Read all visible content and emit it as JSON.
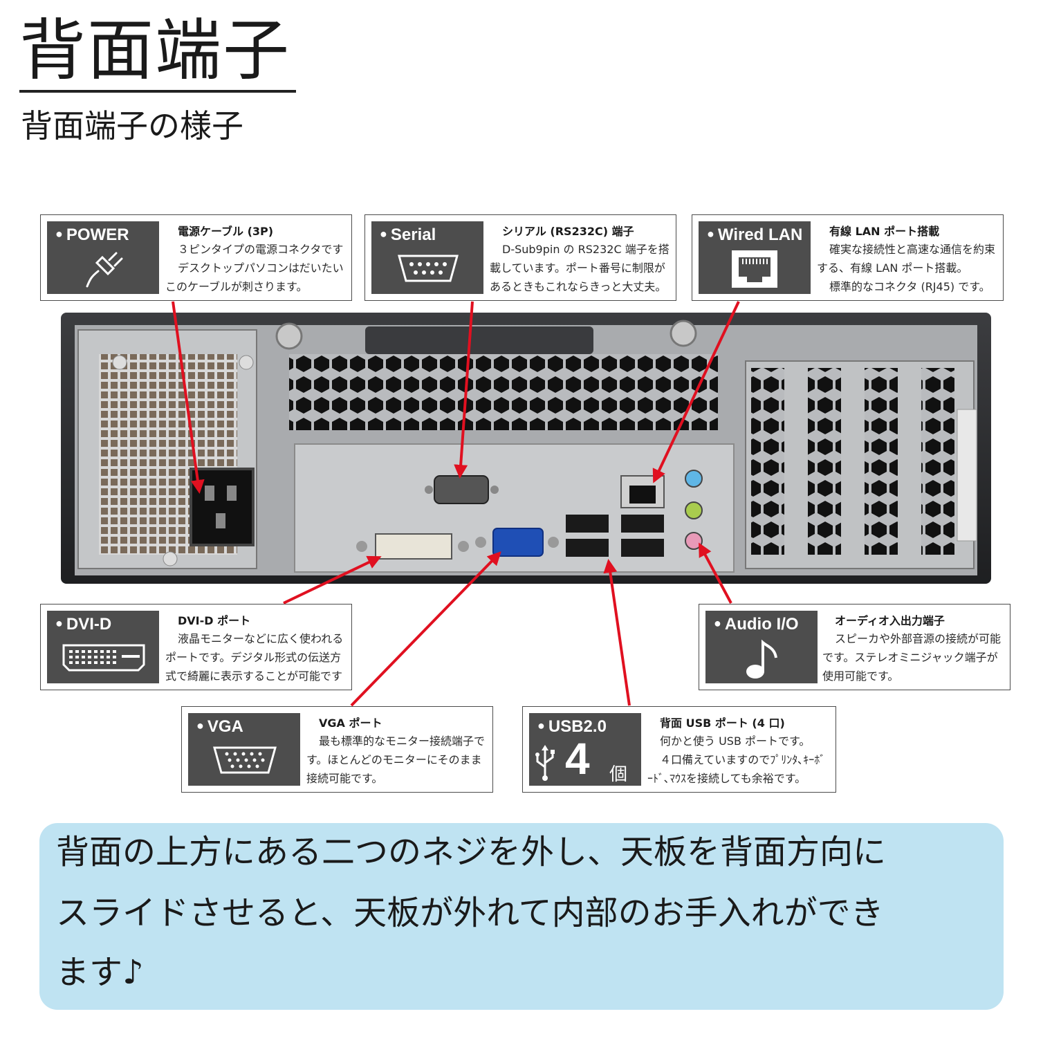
{
  "header": {
    "title": "背面端子",
    "subtitle": "背面端子の様子"
  },
  "callouts": {
    "power": {
      "badge": "POWER",
      "icon": "power-plug-icon",
      "title": "電源ケーブル (3P)",
      "lines": [
        "３ピンタイプの電源コネクタです",
        "デスクトップパソコンはだいたい",
        "このケーブルが刺さります。"
      ]
    },
    "serial": {
      "badge": "Serial",
      "icon": "serial-port-icon",
      "title": "シリアル (RS232C) 端子",
      "lines": [
        "D-Sub9pin の RS232C 端子を搭",
        "載しています。ポート番号に制限が",
        "あるときもこれならきっと大丈夫。"
      ]
    },
    "lan": {
      "badge": "Wired LAN",
      "icon": "ethernet-port-icon",
      "title": "有線 LAN ポート搭載",
      "lines": [
        "確実な接続性と高速な通信を約束",
        "する、有線 LAN ポート搭載。",
        "標準的なコネクタ (RJ45) です。"
      ]
    },
    "dvi": {
      "badge": "DVI-D",
      "icon": "dvi-port-icon",
      "title": "DVI-D ポート",
      "lines": [
        "液晶モニターなどに広く使われる",
        "ポートです。デジタル形式の伝送方",
        "式で綺麗に表示することが可能です"
      ]
    },
    "audio": {
      "badge": "Audio I/O",
      "icon": "music-note-icon",
      "title": "オーディオ入出力端子",
      "lines": [
        "スピーカや外部音源の接続が可能",
        "です。ステレオミニジャック端子が",
        "使用可能です。"
      ]
    },
    "vga": {
      "badge": "VGA",
      "icon": "vga-port-icon",
      "title": "VGA ポート",
      "lines": [
        "最も標準的なモニター接続端子で",
        "す。ほとんどのモニターにそのまま",
        "接続可能です。"
      ]
    },
    "usb": {
      "badge": "USB2.0",
      "icon": "usb-icon",
      "count": "4",
      "count_unit": "個",
      "title": "背面 USB ポート (4 口)",
      "lines": [
        "何かと使う USB ポートです。",
        "４口備えていますのでﾌﾟﾘﾝﾀ､ｷｰﾎﾞ",
        "ｰﾄﾞ､ﾏｳｽを接続しても余裕です。"
      ]
    }
  },
  "note": {
    "lines": [
      "背面の上方にある二つのネジを外し、天板を背面方向に",
      "スライドさせると、天板が外れて内部のお手入れができ",
      "ます♪"
    ]
  },
  "colors": {
    "badge_bg": "#4d4d4d",
    "arrow": "#e01020",
    "note_bg": "#bfe3f2",
    "chassis": "#2f3033",
    "panel": "#c9cbcd"
  }
}
